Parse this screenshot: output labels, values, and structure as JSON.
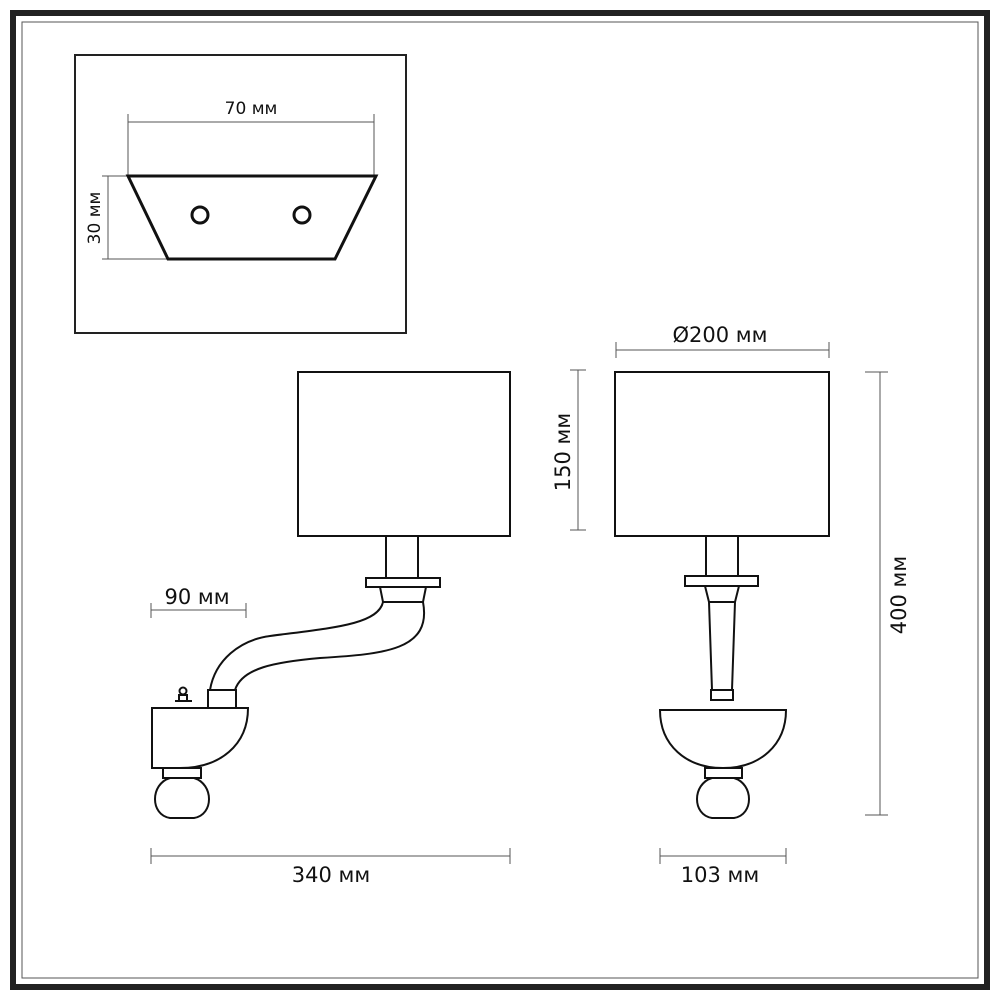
{
  "dimensions": {
    "mount_width": "70 мм",
    "mount_height": "30 мм",
    "shade_diameter": "Ø200 мм",
    "shade_height": "150 мм",
    "total_height": "400 мм",
    "wall_offset": "90 мм",
    "total_depth": "340 мм",
    "base_width": "103 мм"
  }
}
